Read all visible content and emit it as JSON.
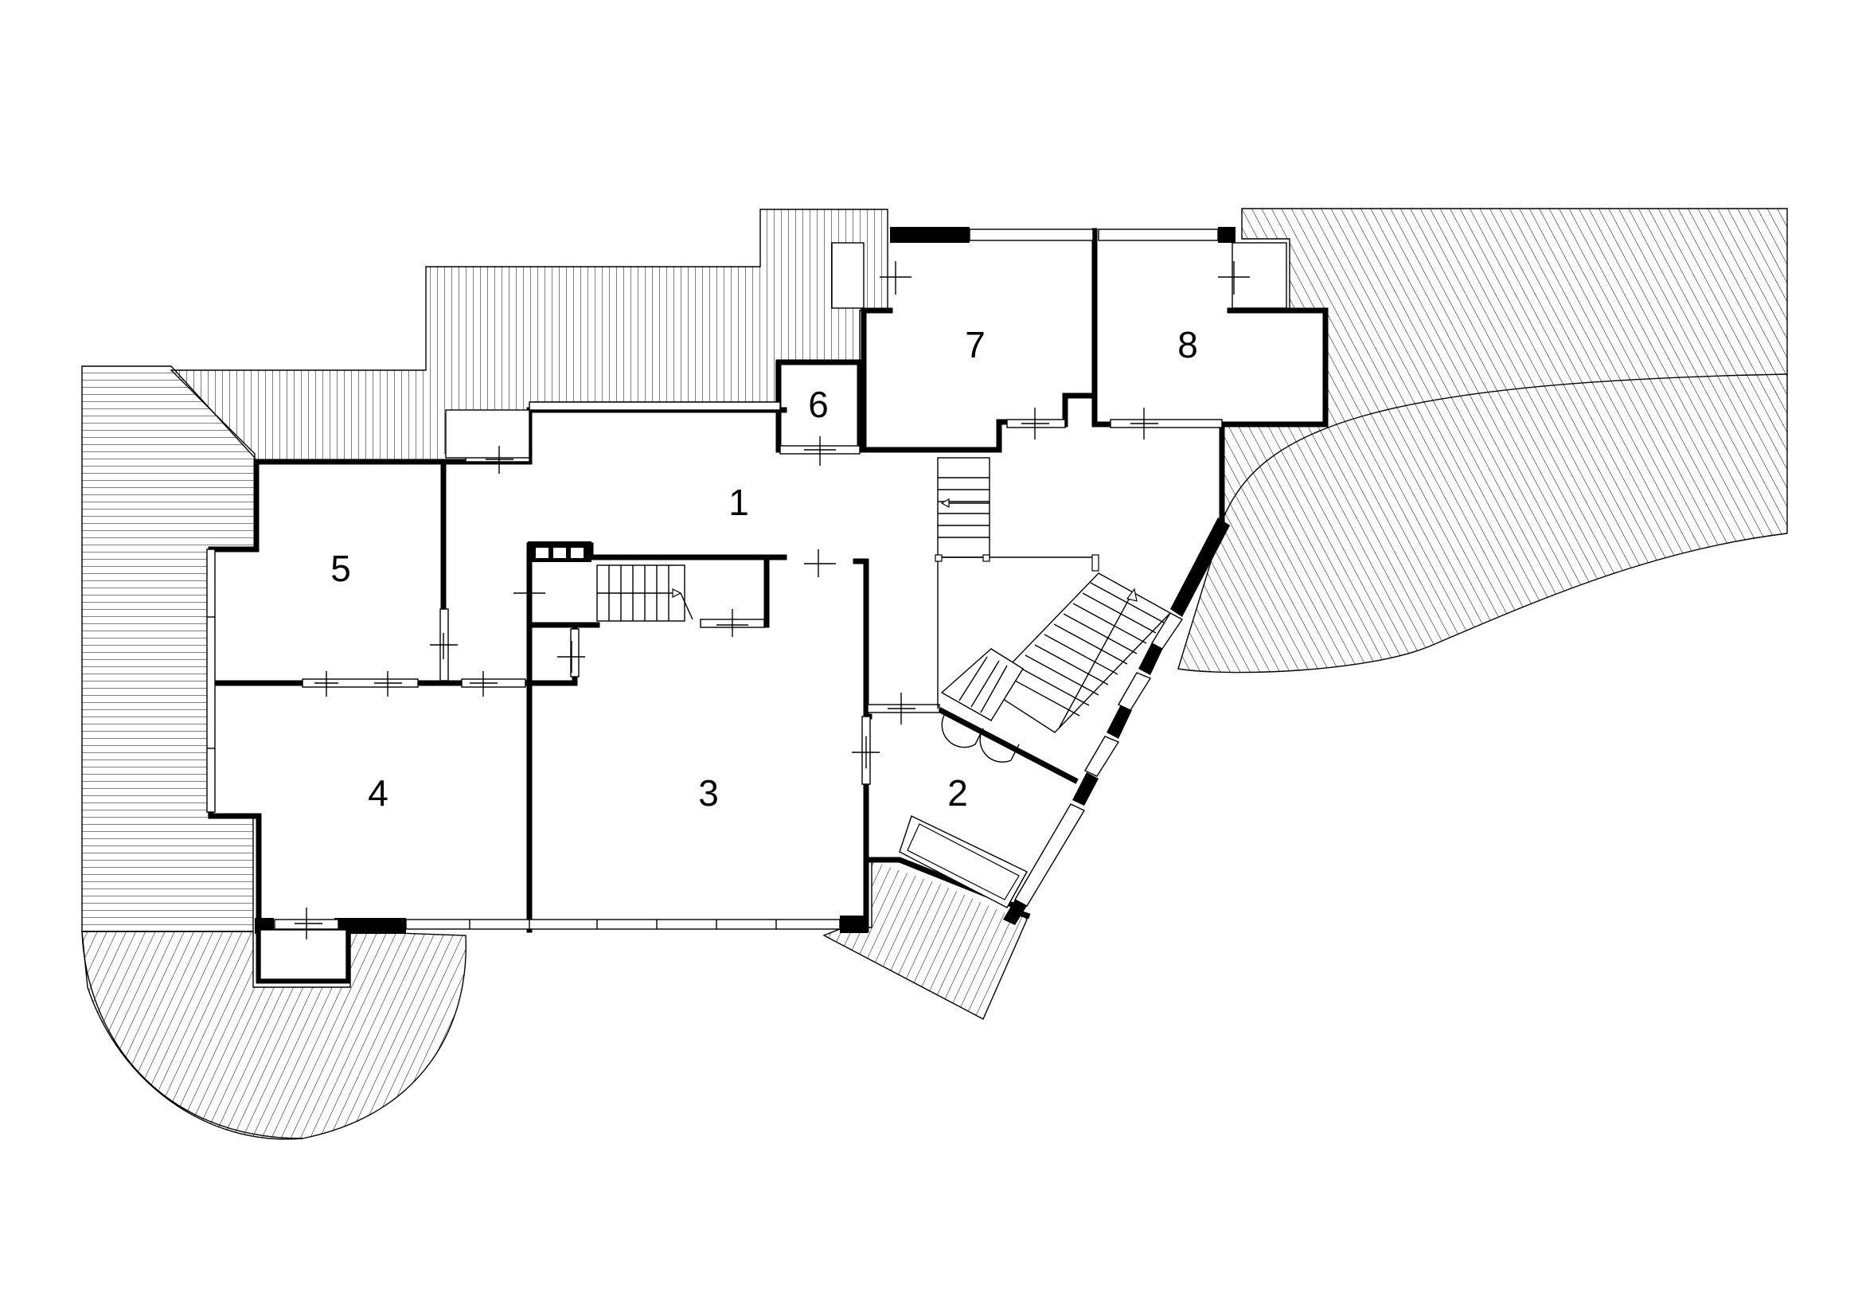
{
  "rooms": [
    {
      "label": "1"
    },
    {
      "label": "2"
    },
    {
      "label": "3"
    },
    {
      "label": "4"
    },
    {
      "label": "5"
    },
    {
      "label": "6"
    },
    {
      "label": "7"
    },
    {
      "label": "8"
    }
  ],
  "colors": {
    "ink": "#000000",
    "paper": "#ffffff"
  }
}
